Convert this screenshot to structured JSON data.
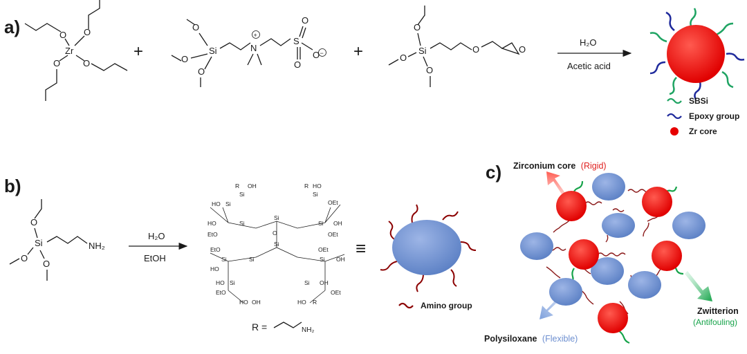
{
  "panels": {
    "a": "a)",
    "b": "b)",
    "c": "c)"
  },
  "panel_a": {
    "zr_atom": "Zr",
    "o_atom": "O",
    "si_atom": "Si",
    "n_atom": "N",
    "s_atom": "S",
    "plus_sign": "+",
    "plus_charge": "+",
    "minus_charge": "−",
    "reagent": "H₂O",
    "catalyst": "Acetic acid",
    "legend": {
      "sbsi": "SBSi",
      "epoxy": "Epoxy group",
      "zr_core": "Zr core"
    },
    "colors": {
      "sbsi": "#1fa463",
      "epoxy": "#1f2a9c",
      "zr_core": "#e60000"
    }
  },
  "panel_b": {
    "si_atom": "Si",
    "o_atom": "O",
    "nh2": "NH₂",
    "reagent": "H₂O",
    "solvent": "EtOH",
    "equiv": "≡",
    "r_def": "R =",
    "oh": "OH",
    "oet": "OEt",
    "eto": "EtO",
    "ho": "HO",
    "r": "R",
    "legend": {
      "amino": "Amino group"
    },
    "colors": {
      "amino": "#8b0000",
      "silica": "#6b8fcc"
    }
  },
  "panel_c": {
    "zr_core": "Zirconium core",
    "zr_core_prop": "(Rigid)",
    "polysiloxane": "Polysiloxane",
    "polysiloxane_prop": "(Flexible)",
    "zwitterion": "Zwitterion",
    "zwitterion_prop": "(Antifouling)",
    "colors": {
      "rigid": "#e0201f",
      "flexible": "#6d8fd0",
      "antifouling": "#16a34a"
    }
  }
}
